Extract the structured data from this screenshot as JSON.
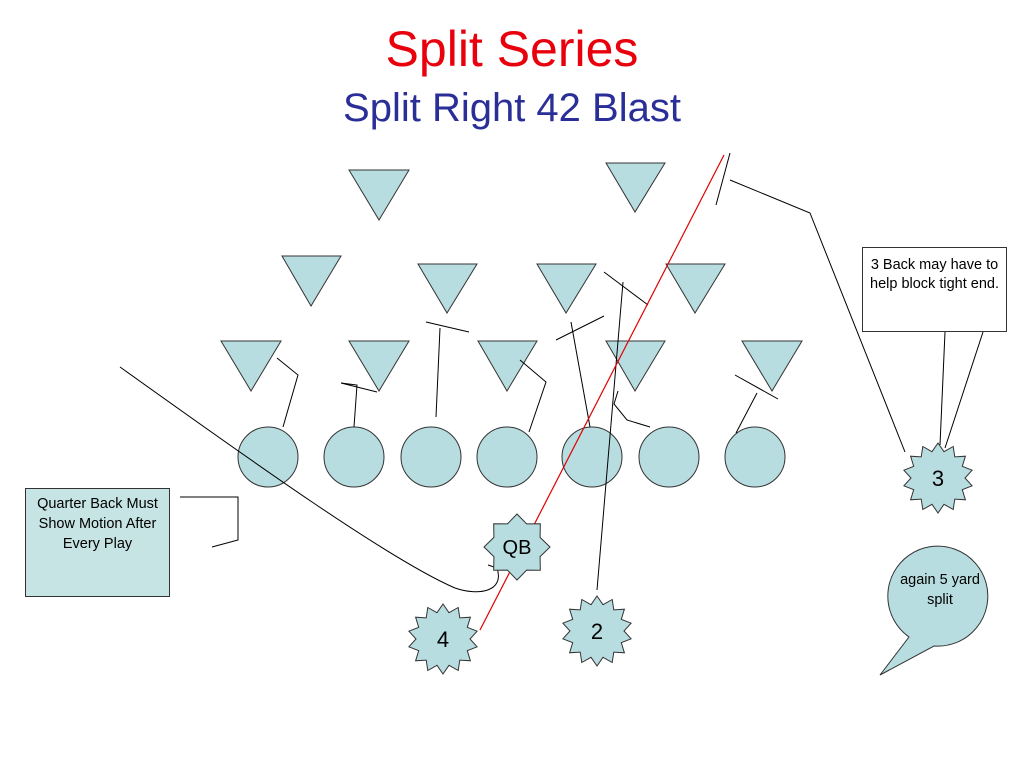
{
  "title": "Split Series",
  "subtitle": "Split Right 42 Blast",
  "colors": {
    "title": "#e8000c",
    "subtitle": "#2a2f98",
    "fill": "#b8dde0",
    "path": "#e00000"
  },
  "players": {
    "qb": "QB",
    "back2": "2",
    "back3": "3",
    "back4": "4"
  },
  "notes": {
    "qb_motion": "Quarter Back Must Show Motion After Every Play",
    "back3_block": "3 Back may have to help block tight end.",
    "split": "again 5 yard split"
  }
}
